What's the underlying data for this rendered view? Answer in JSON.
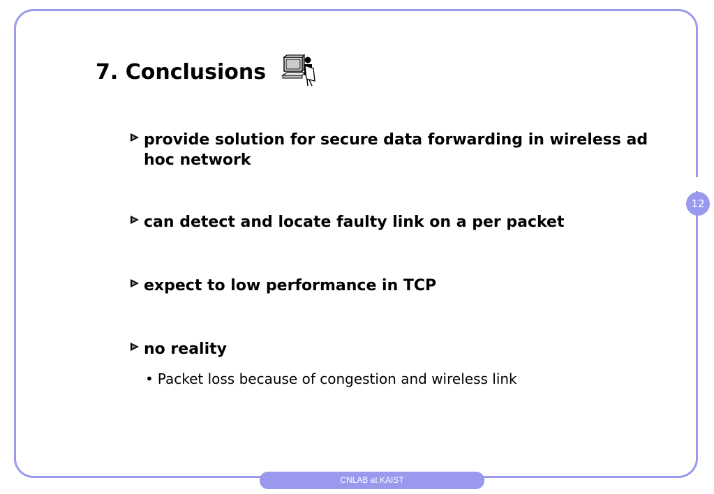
{
  "slide": {
    "title": "7. Conclusions",
    "title_icon": "person-at-computer-icon",
    "bullets": [
      {
        "text": "provide solution for secure data forwarding in wireless ad hoc network"
      },
      {
        "text": "can detect and locate faulty link on a per packet"
      },
      {
        "text": "expect to low performance in TCP"
      },
      {
        "text": "no reality"
      }
    ],
    "sub_bullets": [
      {
        "text": "Packet loss because of congestion and wireless link"
      }
    ],
    "page_number": "12",
    "footer": "CNLAB at KAIST"
  },
  "colors": {
    "accent": "#9999ee",
    "text": "#000000",
    "background": "#ffffff"
  }
}
